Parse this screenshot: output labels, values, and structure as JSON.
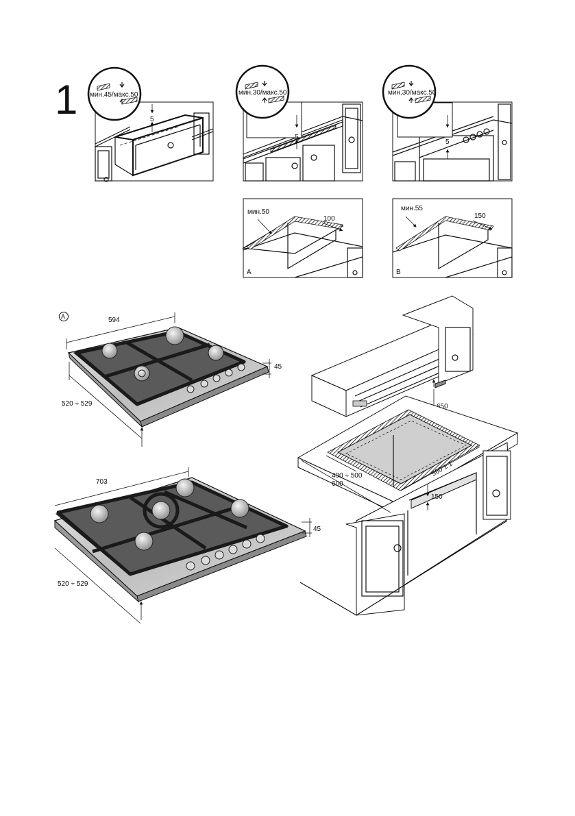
{
  "step_number": "1",
  "top_row": {
    "panel1": {
      "callout": "мин.45/макс.50",
      "gap": "5"
    },
    "panel2": {
      "callout": "мин.30/макс.50",
      "gap": "5"
    },
    "panel3": {
      "callout": "мин.30/макс.50",
      "gap": "5"
    }
  },
  "cutouts": {
    "a": {
      "letter": "A",
      "wall_min": "мин.50",
      "side": "100"
    },
    "b": {
      "letter": "B",
      "wall_min": "мин.55",
      "side": "150"
    }
  },
  "hob_small": {
    "badge": "A",
    "width": "594",
    "depth": "520 ÷ 529",
    "height": "45"
  },
  "hob_large": {
    "width": "703",
    "depth": "520 ÷ 529",
    "height": "45"
  },
  "installation": {
    "hood_height": "650",
    "cutout_depth": "490 ÷ 500",
    "counter_depth": "600",
    "cutout_width": "560 ± 1",
    "under_clearance": "150"
  }
}
